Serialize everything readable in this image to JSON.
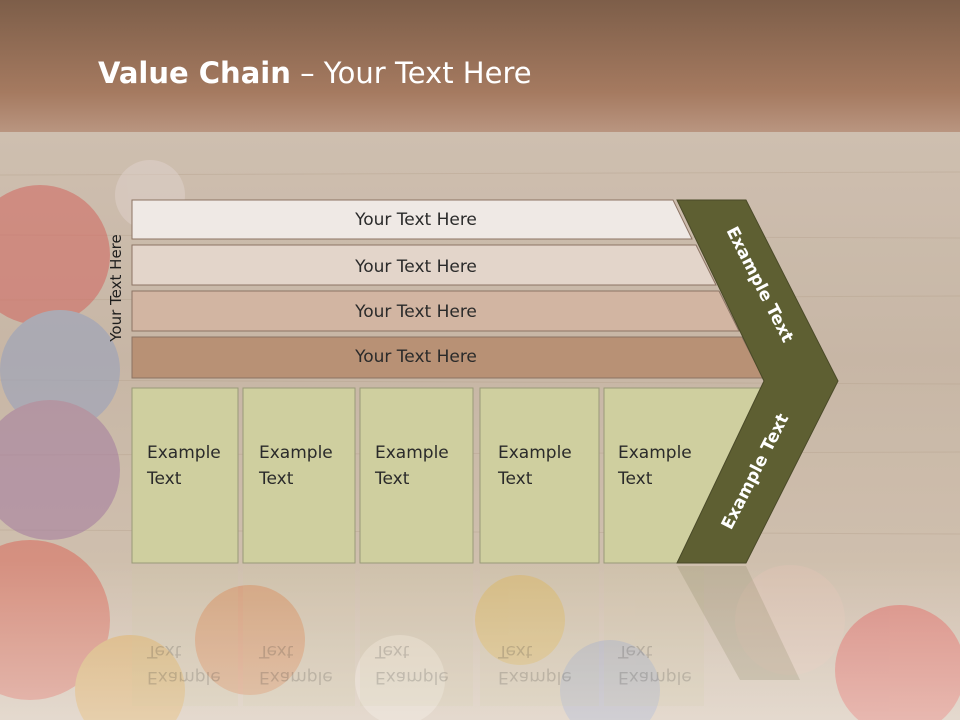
{
  "slide": {
    "title_bold": "Value Chain",
    "title_rest": " – Your Text Here",
    "side_label": "Your Text Here"
  },
  "rows": [
    {
      "label": "Your Text Here",
      "color": "#efe9e5"
    },
    {
      "label": "Your Text Here",
      "color": "#e3d5ca"
    },
    {
      "label": "Your Text Here",
      "color": "#d2b5a2"
    },
    {
      "label": "Your Text Here",
      "color": "#b89175"
    }
  ],
  "columns": [
    {
      "line1": "Example",
      "line2": "Text"
    },
    {
      "line1": "Example",
      "line2": "Text"
    },
    {
      "line1": "Example",
      "line2": "Text"
    },
    {
      "line1": "Example",
      "line2": "Text"
    },
    {
      "line1": "Example",
      "line2": "Text"
    }
  ],
  "chevron": {
    "upper_label": "Example Text",
    "lower_label": "Example Text",
    "color": "#5e5f32"
  },
  "colors": {
    "column_fill": "#cfcf9f",
    "header_band": "#9a7257"
  }
}
